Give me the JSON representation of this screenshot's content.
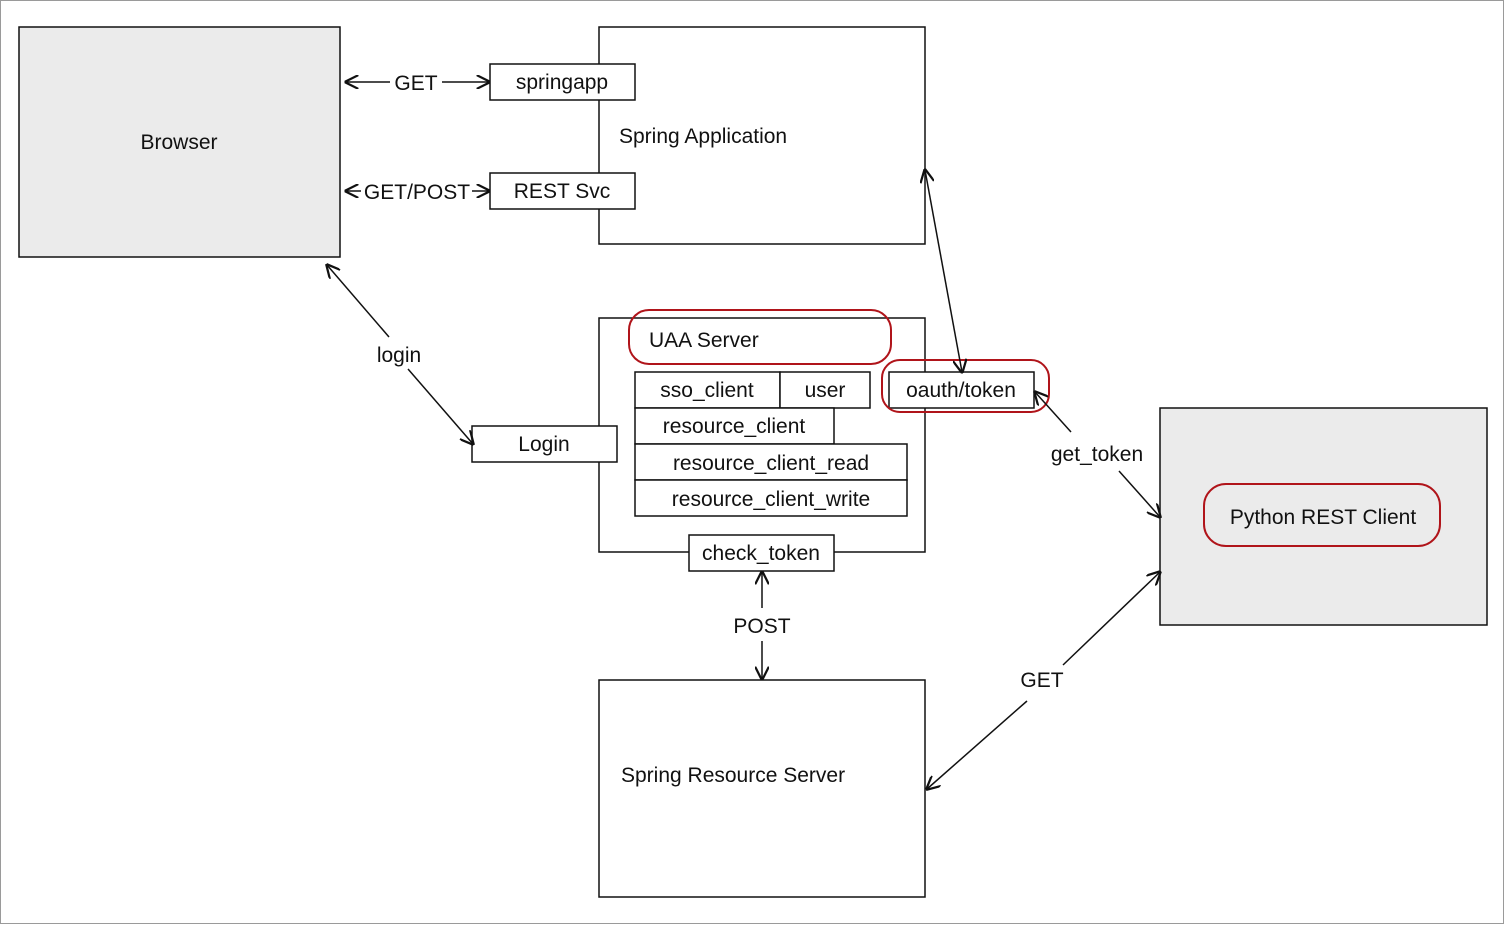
{
  "nodes": {
    "browser": "Browser",
    "spring_application": "Spring Application",
    "springapp": "springapp",
    "rest_svc": "REST Svc",
    "uaa_server": "UAA Server",
    "login": "Login",
    "sso_client": "sso_client",
    "user": "user",
    "resource_client": "resource_client",
    "resource_client_read": "resource_client_read",
    "resource_client_write": "resource_client_write",
    "oauth_token": "oauth/token",
    "check_token": "check_token",
    "spring_resource_server": "Spring Resource Server",
    "python_rest_client": "Python REST Client"
  },
  "edges": {
    "browser_springapp": "GET",
    "browser_rest_svc": "GET/POST",
    "browser_login": "login",
    "oauth_python": "get_token",
    "check_resource": "POST",
    "python_resource": "GET"
  },
  "colors": {
    "highlight": "#b0141a",
    "node_fill": "#ebebeb",
    "line": "#111111"
  }
}
